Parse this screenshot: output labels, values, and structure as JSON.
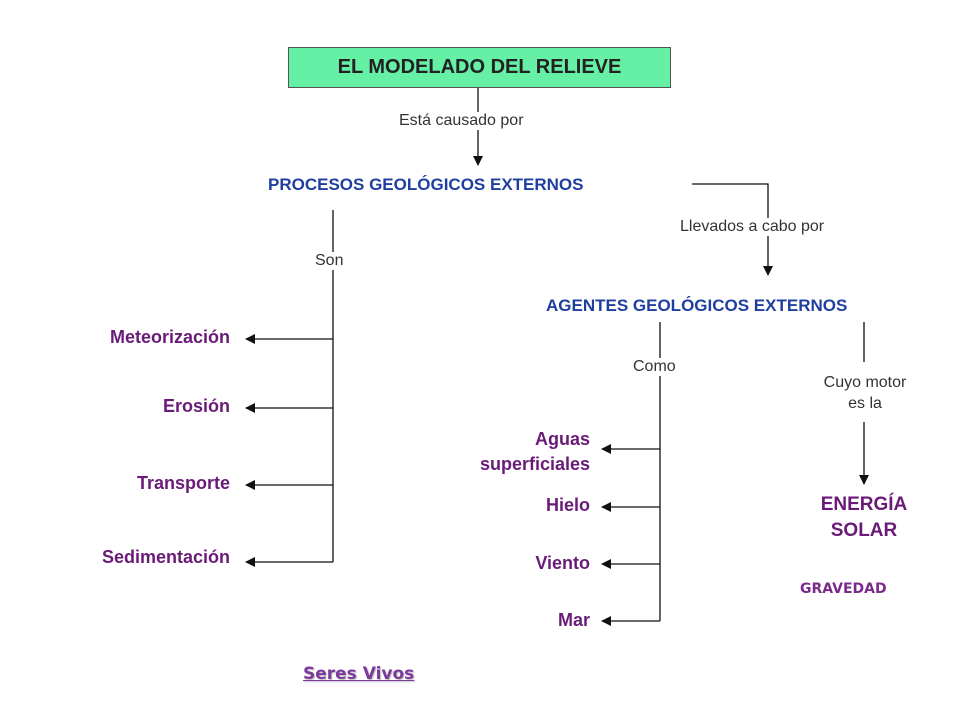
{
  "root": "EL MODELADO DEL RELIEVE",
  "link_causado": "Está causado por",
  "procesos": "PROCESOS GEOLÓGICOS EXTERNOS",
  "link_son": "Son",
  "link_llevados": "Llevados a cabo por",
  "agentes": "AGENTES GEOLÓGICOS EXTERNOS",
  "link_como": "Como",
  "link_cuyo_1": "Cuyo motor",
  "link_cuyo_2": "es la",
  "procesos_list": [
    "Meteorización",
    "Erosión",
    "Transporte",
    "Sedimentación"
  ],
  "agentes_list": [
    "Aguas",
    "superficiales",
    "Hielo",
    "Viento",
    "Mar"
  ],
  "energia_1": "ENERGÍA",
  "energia_2": "SOLAR",
  "gravedad": "GRAVEDAD",
  "seres_vivos": "Seres Vivos"
}
